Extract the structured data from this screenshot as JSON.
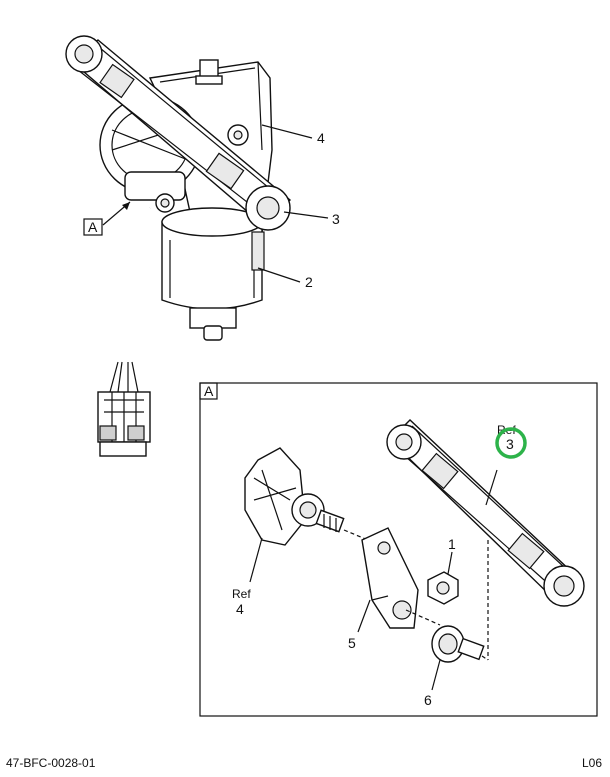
{
  "callouts": {
    "c1": "1",
    "c2": "2",
    "c3_main": "3",
    "c3_detail": "3",
    "c4_main": "4",
    "c4_detail": "4",
    "c5": "5",
    "c6": "6",
    "ref_a": "Ref",
    "ref_b": "Ref",
    "view_marker": "A",
    "detail_label": "A"
  },
  "highlight_color": "#2db34a",
  "footer": {
    "drawing_number": "47-BFC-0028-01",
    "sheet_code": "L06"
  }
}
